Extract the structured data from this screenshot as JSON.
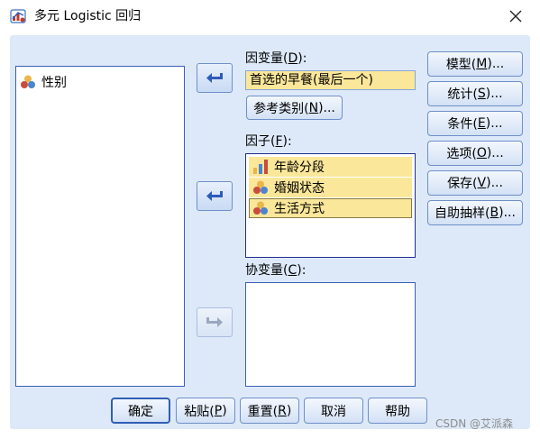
{
  "window": {
    "title": "多元 Logistic 回归",
    "icon": "regression-app-icon",
    "close_icon": "close-icon"
  },
  "source_list": {
    "items": [
      {
        "label": "性别",
        "icon": "nominal-variable-icon"
      }
    ]
  },
  "dependent": {
    "label_pre": "因变量(",
    "label_key": "D",
    "label_post": "):",
    "value": "首选的早餐(最后一个)",
    "ref_button_pre": "参考类别(",
    "ref_button_key": "N",
    "ref_button_post": ")..."
  },
  "factors": {
    "label_pre": "因子(",
    "label_key": "F",
    "label_post": "):",
    "items": [
      {
        "label": "年龄分段",
        "icon": "ordinal-variable-icon"
      },
      {
        "label": "婚姻状态",
        "icon": "nominal-variable-icon"
      },
      {
        "label": "生活方式",
        "icon": "nominal-variable-icon"
      }
    ]
  },
  "covariates": {
    "label_pre": "协变量(",
    "label_key": "C",
    "label_post": "):"
  },
  "side_buttons": [
    {
      "pre": "模型(",
      "key": "M",
      "post": ")..."
    },
    {
      "pre": "统计(",
      "key": "S",
      "post": ")..."
    },
    {
      "pre": "条件(",
      "key": "E",
      "post": ")..."
    },
    {
      "pre": "选项(",
      "key": "O",
      "post": ")..."
    },
    {
      "pre": "保存(",
      "key": "V",
      "post": ")..."
    },
    {
      "pre": "自助抽样(",
      "key": "B",
      "post": ")..."
    }
  ],
  "bottom_buttons": {
    "ok": {
      "label": "确定"
    },
    "paste": {
      "pre": "粘贴(",
      "key": "P",
      "post": ")"
    },
    "reset": {
      "pre": "重置(",
      "key": "R",
      "post": ")"
    },
    "cancel": {
      "label": "取消"
    },
    "help": {
      "label": "帮助"
    }
  },
  "watermark": "CSDN @艾派森",
  "colors": {
    "panel": "#dde9f8",
    "selection": "#fbe79a",
    "border": "#2b55b0"
  }
}
